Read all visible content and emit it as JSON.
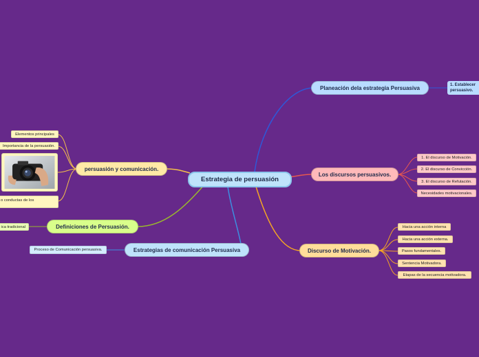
{
  "center": {
    "label": "Estrategia de persuasión"
  },
  "branches": {
    "planeacion": {
      "label": "Planeación dela estrategia Persuasiva",
      "color": "#b9dcff",
      "children": [
        "1. Establecer",
        "persuasivo."
      ]
    },
    "discursos": {
      "label": "Los discursos persuasivos.",
      "color": "#ffb9ba",
      "children": [
        "1. El discurso de Motivación.",
        "2. El discurso de Convicción.",
        "3. El discurso de Refutación.",
        "Necesidades motivacionales."
      ]
    },
    "motivacion": {
      "label": "Discurso de Motivación.",
      "color": "#ffdd9a",
      "children": [
        "Hacia una acción interna",
        "Hacia una acción externa.",
        "Pasos fundamentales.",
        "Sentencia Motivadora.",
        "Etapas de la secuencia motivadora."
      ]
    },
    "persuasion": {
      "label": "persuasión y comunicación.",
      "color": "#ffe9a6",
      "children": [
        "Elementos principales",
        "Importancia de la persuasión.",
        "o conductas de los"
      ],
      "image": "camera-photo"
    },
    "definiciones": {
      "label": "Definiciones de Persuasión.",
      "color": "#d9ff8b",
      "children": [
        "ica tradicional"
      ]
    },
    "estrategias": {
      "label": "Estrategias de comunicación Persuasiva",
      "color": "#bfe3fb",
      "children": [
        "Proceso de Comunicación persuasiva."
      ]
    }
  },
  "colors": {
    "background": "#66298a",
    "line_blue": "#2e59d9",
    "line_pink": "#e8584f",
    "line_orange": "#f5a623",
    "line_yellow": "#f5c14a",
    "line_green": "#9ab82e",
    "line_sky": "#3c8fe0"
  }
}
